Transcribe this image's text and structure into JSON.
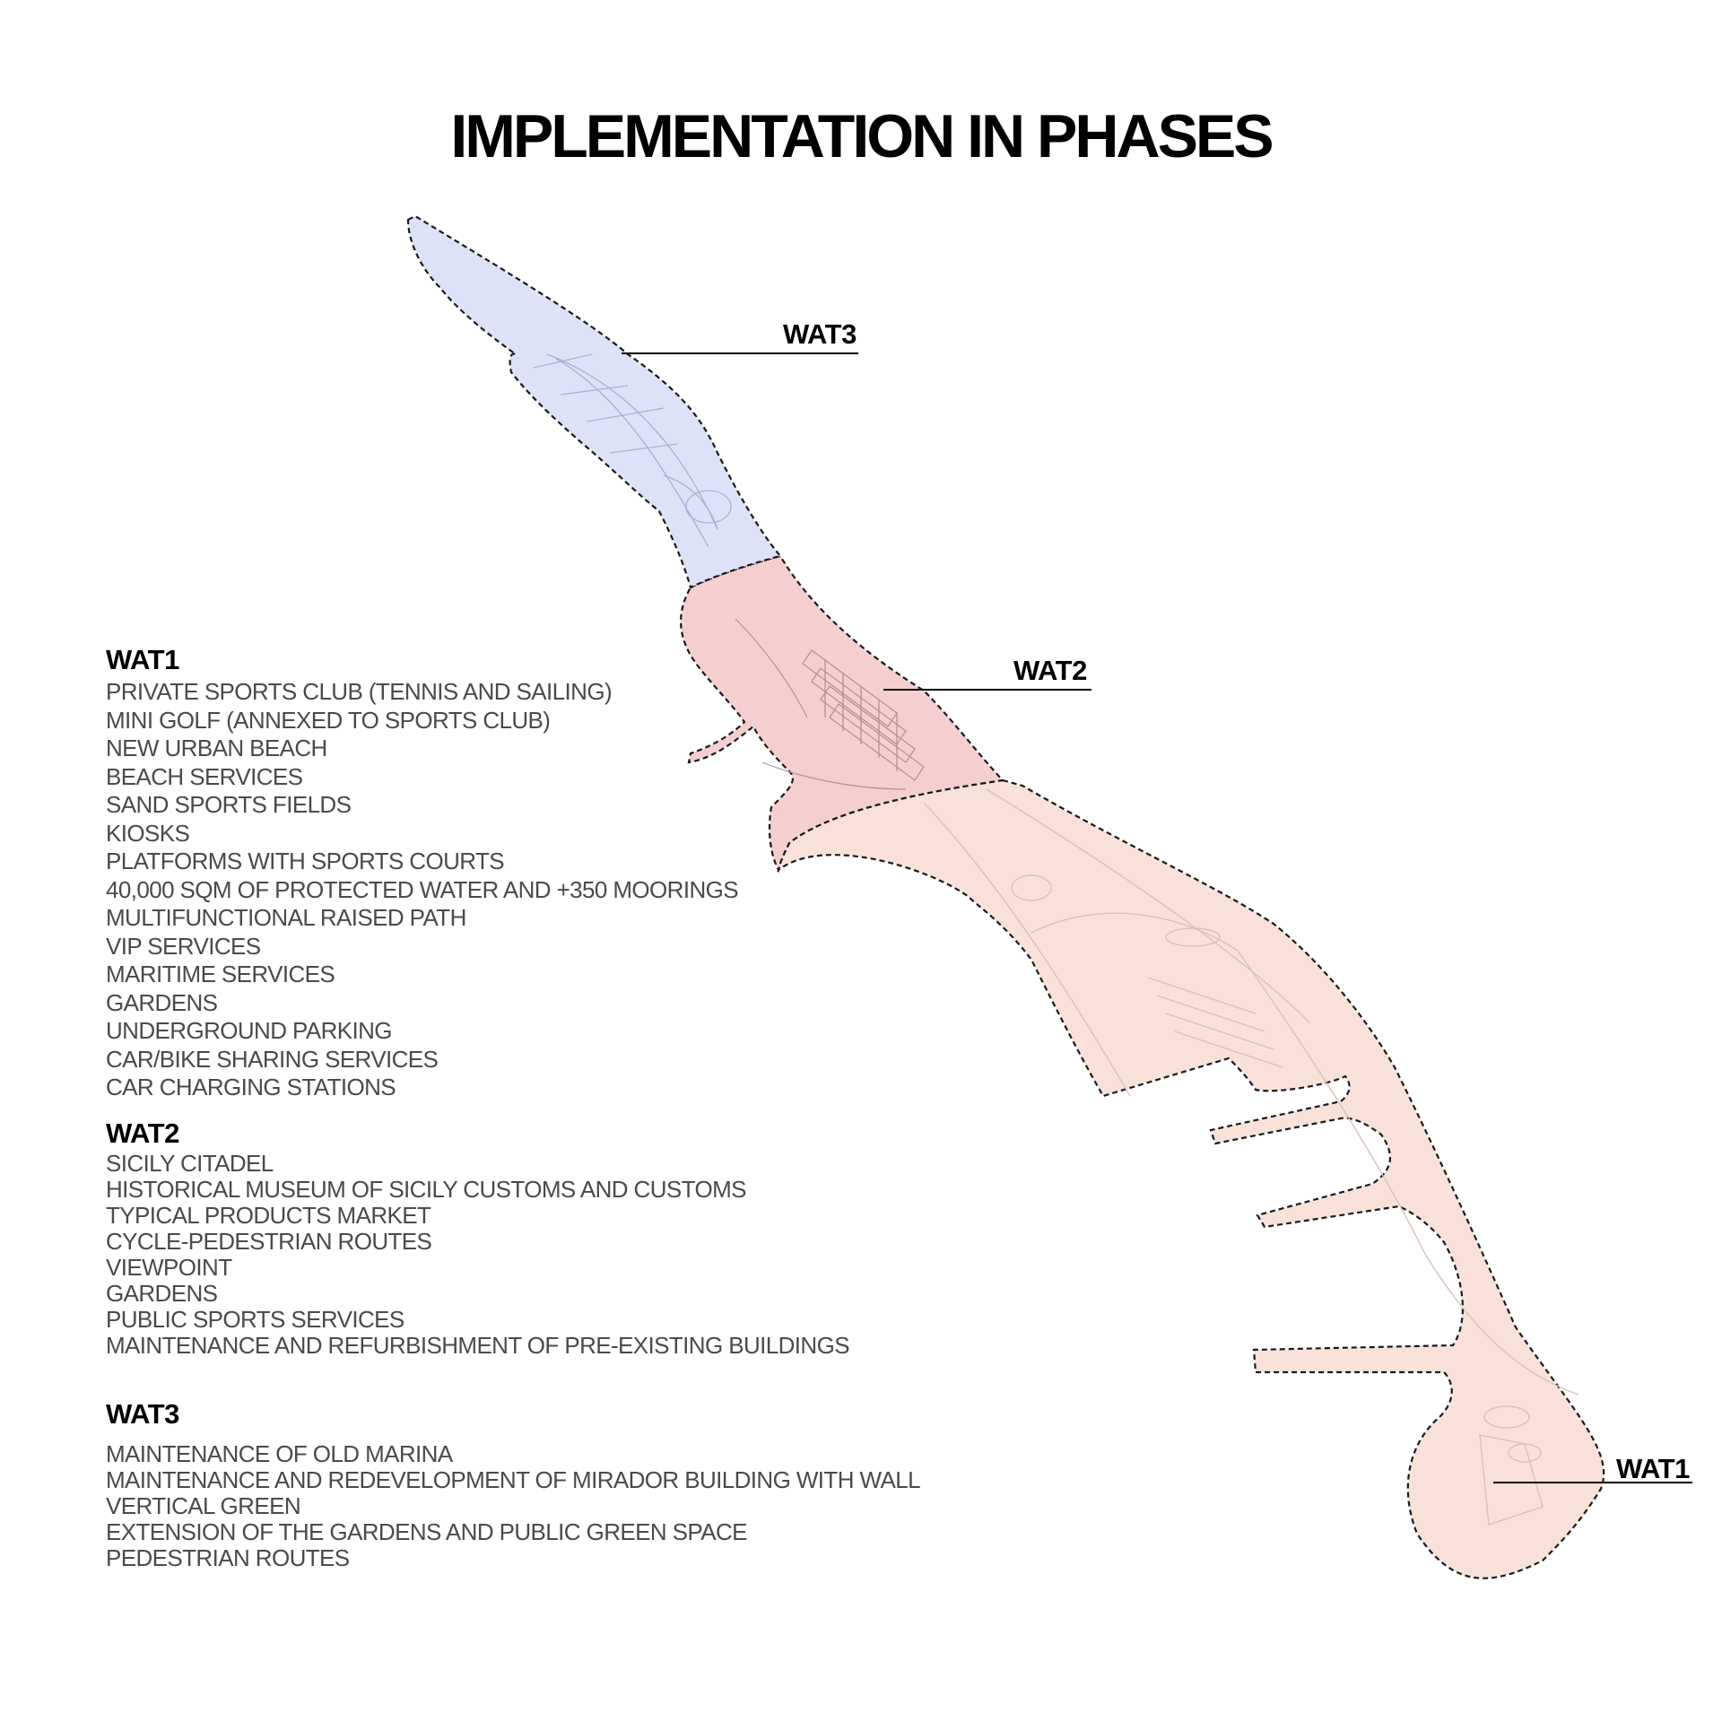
{
  "title": "IMPLEMENTATION IN PHASES",
  "map_labels": {
    "wat3": "WAT3",
    "wat2": "WAT2",
    "wat1": "WAT1"
  },
  "colors": {
    "wat1_fill": "#f8e1d8",
    "wat2_fill": "#f5cfd0",
    "wat3_fill": "#dde2f7",
    "boundary": "#1a1a1a"
  },
  "phases": {
    "wat1": {
      "heading": "WAT1",
      "items": [
        "PRIVATE SPORTS CLUB (TENNIS AND SAILING)",
        "MINI GOLF (ANNEXED TO SPORTS CLUB)",
        "NEW URBAN BEACH",
        "BEACH SERVICES",
        "SAND SPORTS FIELDS",
        "KIOSKS",
        "PLATFORMS WITH SPORTS COURTS",
        "40,000 SQM OF PROTECTED WATER AND +350 MOORINGS",
        "MULTIFUNCTIONAL RAISED PATH",
        "VIP SERVICES",
        "MARITIME SERVICES",
        "GARDENS",
        "UNDERGROUND PARKING",
        "CAR/BIKE SHARING SERVICES",
        "CAR CHARGING STATIONS"
      ]
    },
    "wat2": {
      "heading": "WAT2",
      "items": [
        "SICILY CITADEL",
        "HISTORICAL MUSEUM OF SICILY CUSTOMS AND CUSTOMS",
        "TYPICAL PRODUCTS MARKET",
        "CYCLE-PEDESTRIAN ROUTES",
        "VIEWPOINT",
        "GARDENS",
        "PUBLIC SPORTS SERVICES",
        "MAINTENANCE AND REFURBISHMENT OF PRE-EXISTING BUILDINGS"
      ]
    },
    "wat3": {
      "heading": "WAT3",
      "items": [
        "MAINTENANCE OF OLD MARINA",
        "MAINTENANCE AND REDEVELOPMENT OF MIRADOR BUILDING WITH WALL",
        "VERTICAL GREEN",
        "EXTENSION OF THE GARDENS AND PUBLIC GREEN SPACE",
        "PEDESTRIAN ROUTES"
      ]
    }
  }
}
